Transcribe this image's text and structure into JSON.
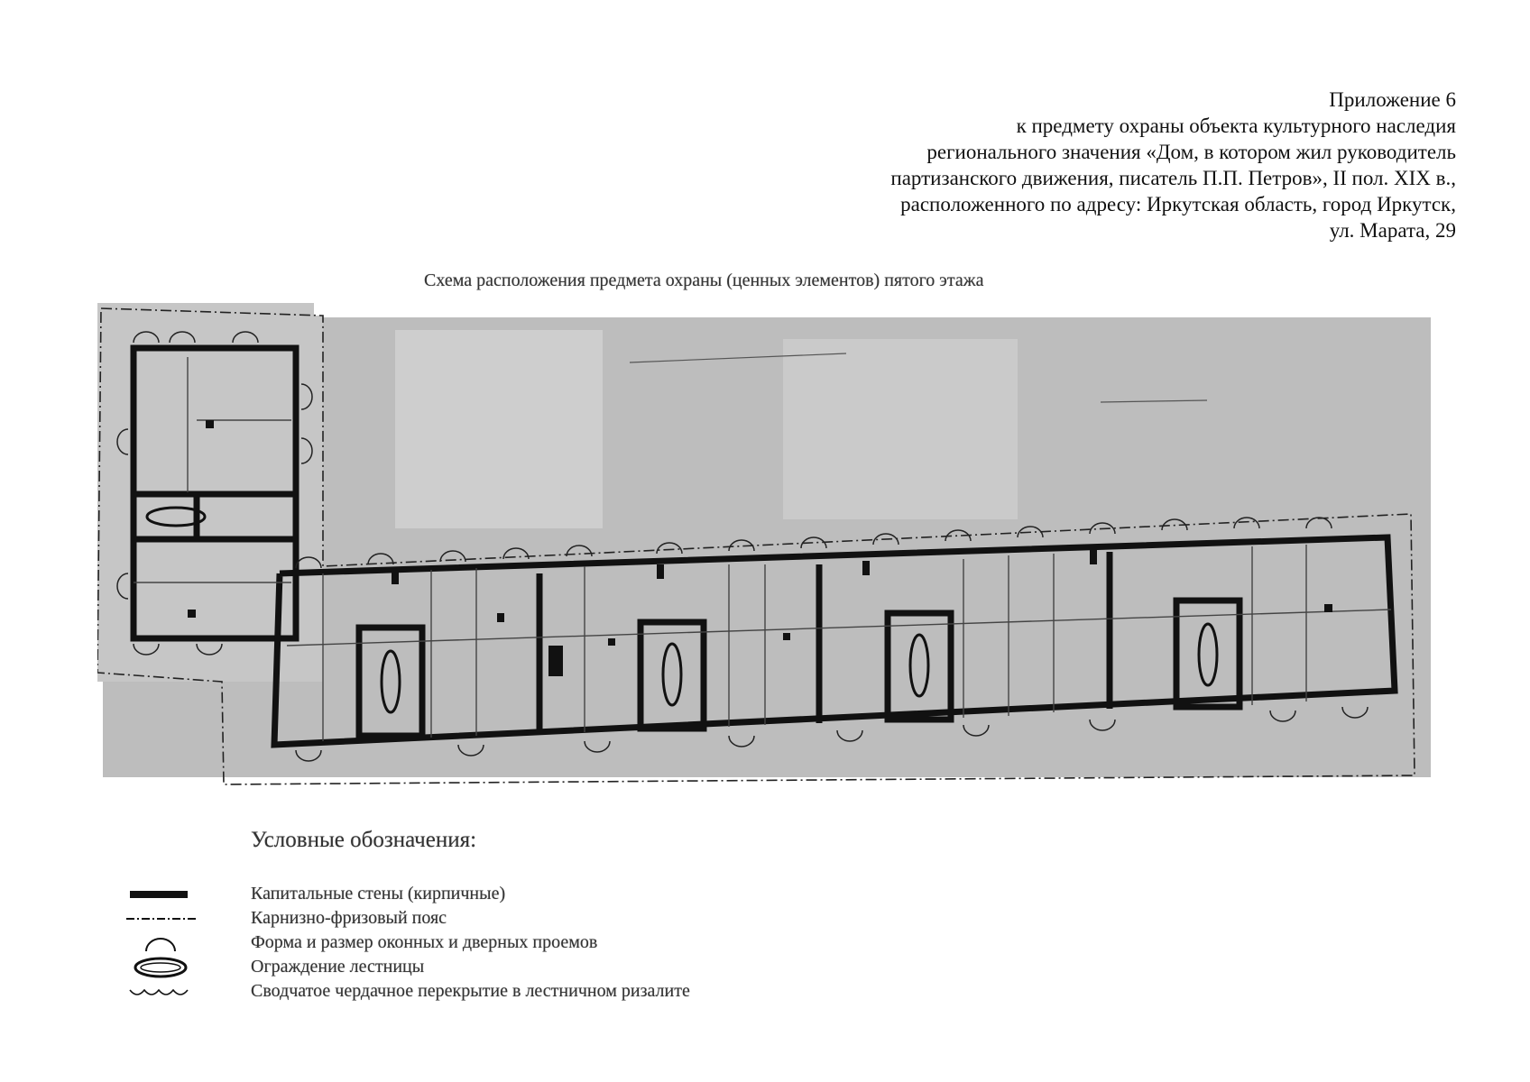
{
  "header": {
    "lines": [
      "Приложение 6",
      "к предмету охраны объекта культурного наследия",
      "регионального значения «Дом, в котором жил руководитель",
      "партизанского движения, писатель П.П. Петров», II пол. XIX в.,",
      "расположенного по адресу: Иркутская область, город Иркутск,",
      "ул. Марата, 29"
    ]
  },
  "scheme": {
    "title": "Схема расположения предмета охраны (ценных элементов) пятого этажа"
  },
  "legend": {
    "title": "Условные обозначения:",
    "items": [
      {
        "icon": "capital-wall-icon",
        "label": "Капитальные стены (кирпичные)"
      },
      {
        "icon": "dash-dot-line-icon",
        "label": "Карнизно-фризовый пояс"
      },
      {
        "icon": "arch-opening-icon",
        "label": "Форма и размер оконных и дверных проемов"
      },
      {
        "icon": "stair-railing-ellipse-icon",
        "label": "Ограждение лестницы"
      },
      {
        "icon": "wavy-vault-icon",
        "label": "Сводчатое чердачное перекрытие в лестничном ризалите"
      }
    ]
  }
}
